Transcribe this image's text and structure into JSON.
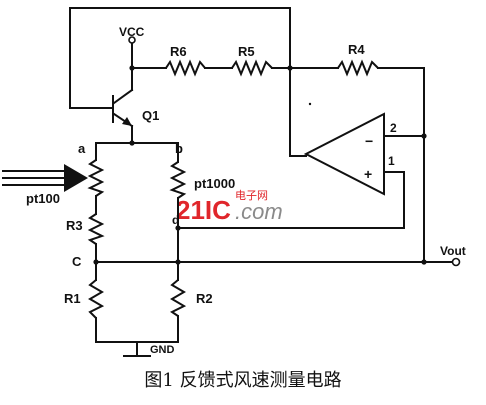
{
  "colors": {
    "ink": "#111111",
    "watermark_red": "#e0262b",
    "watermark_grey": "#8a8a8a",
    "background": "#ffffff"
  },
  "labels": {
    "vcc": "VCC",
    "q1": "Q1",
    "r6": "R6",
    "r5": "R5",
    "r4": "R4",
    "node_a": "a",
    "node_b": "b",
    "node_c": "C",
    "node_d": "d",
    "pt100": "pt100",
    "pt1000": "pt1000",
    "r3": "R3",
    "r1": "R1",
    "r2": "R2",
    "gnd": "GND",
    "pin2": "2",
    "pin1": "1",
    "minus": "−",
    "plus": "+",
    "vout": "Vout"
  },
  "watermark": {
    "logo": "21IC",
    "domain": ".com",
    "cn": "电子网"
  },
  "caption": "图1  反馈式风速测量电路"
}
